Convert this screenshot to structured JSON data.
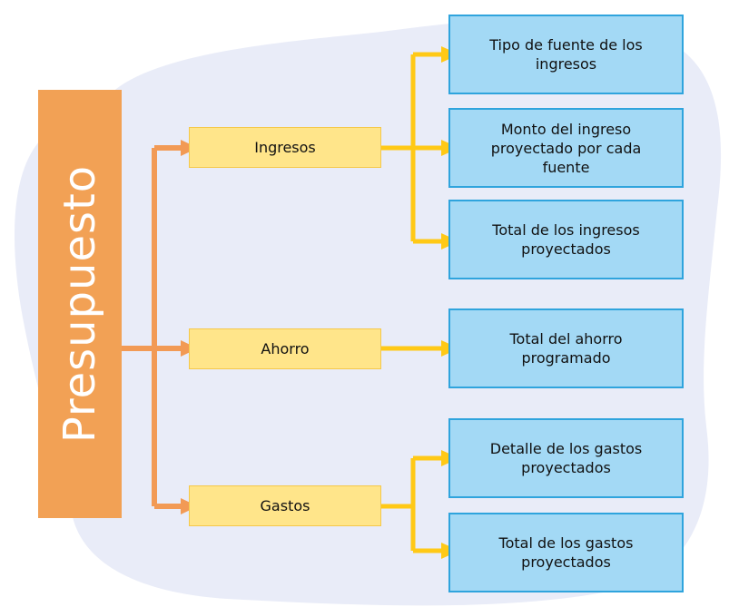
{
  "root": {
    "label": "Presupuesto"
  },
  "categories": [
    {
      "label": "Ingresos",
      "items": [
        "Tipo de fuente de los ingresos",
        "Monto del ingreso proyectado por cada fuente",
        "Total de los ingresos proyectados"
      ]
    },
    {
      "label": "Ahorro",
      "items": [
        "Total del ahorro programado"
      ]
    },
    {
      "label": "Gastos",
      "items": [
        "Detalle de los gastos proyectados",
        "Total de los gastos proyectados"
      ]
    }
  ],
  "colors": {
    "root_fill": "#F2A155",
    "root_connector": "#F29A55",
    "category_fill": "#FFE58A",
    "category_connector": "#FFC916",
    "leaf_fill": "#A3D9F5",
    "leaf_border": "#2FA4DD",
    "background_blob": "#E9ECF8"
  }
}
